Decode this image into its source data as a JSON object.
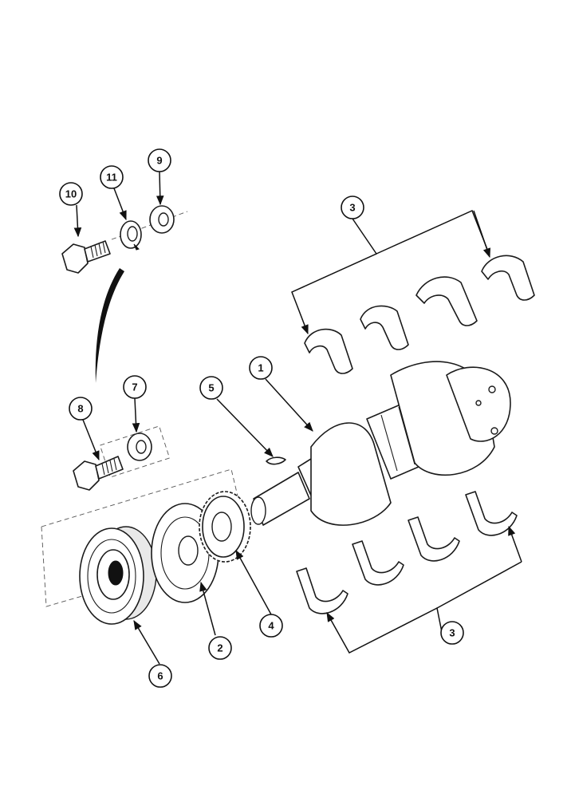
{
  "callouts": [
    {
      "id": "c1",
      "label": "1"
    },
    {
      "id": "c2",
      "label": "2"
    },
    {
      "id": "c3-top",
      "label": "3"
    },
    {
      "id": "c3-bottom",
      "label": "3"
    },
    {
      "id": "c4",
      "label": "4"
    },
    {
      "id": "c5",
      "label": "5"
    },
    {
      "id": "c6",
      "label": "6"
    },
    {
      "id": "c7",
      "label": "7"
    },
    {
      "id": "c8",
      "label": "8"
    },
    {
      "id": "c9",
      "label": "9"
    },
    {
      "id": "c10",
      "label": "10"
    },
    {
      "id": "c11",
      "label": "11"
    }
  ],
  "colors": {
    "ink": "#111111",
    "paper": "#ffffff",
    "shade": "#e9e9e9"
  }
}
